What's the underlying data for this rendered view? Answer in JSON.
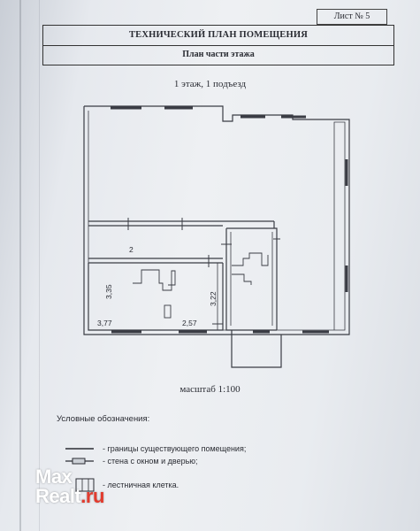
{
  "sheet": {
    "label": "Лист №",
    "number": "5"
  },
  "header": {
    "title": "ТЕХНИЧЕСКИЙ ПЛАН ПОМЕЩЕНИЯ",
    "subtitle": "План части этажа"
  },
  "floor": {
    "label": "1 этаж, 1 подъезд"
  },
  "plan": {
    "room_number": "2",
    "dim_left": "3,35",
    "dim_right": "3,22",
    "dim_bottom_left": "3,77",
    "dim_bottom_right": "2,57"
  },
  "scale": {
    "label": "масштаб 1:100"
  },
  "legend": {
    "title": "Условные обозначения:",
    "items": [
      {
        "text": "- границы существующего помещения;"
      },
      {
        "text": "- стена с окном и дверью;"
      },
      {
        "text": "- лестничная клетка."
      }
    ]
  },
  "watermark": {
    "line1": "Max",
    "line2_a": "Realt",
    "line2_b": ".ru"
  }
}
